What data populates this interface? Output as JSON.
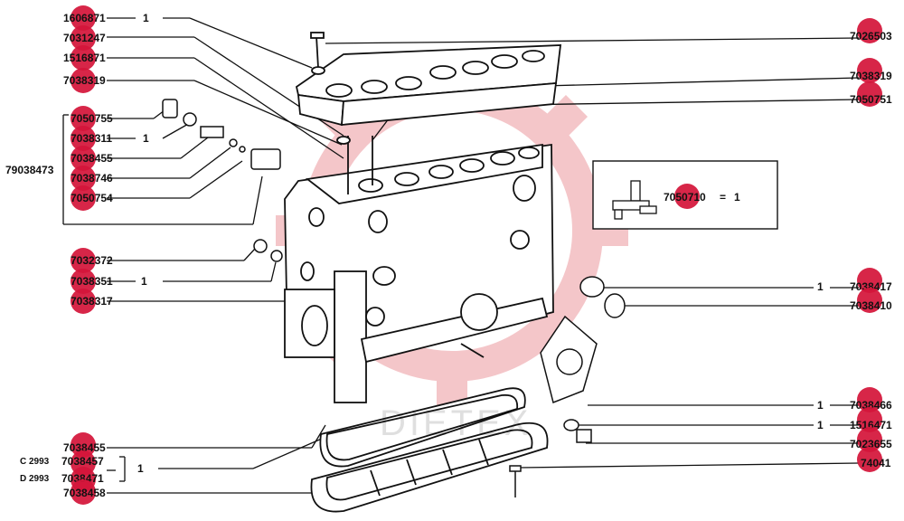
{
  "colors": {
    "marker": "#d4163a",
    "watermark": "#f2b8bc",
    "ink": "#111111"
  },
  "watermark_text": "DIETEX",
  "group_code": "79038473",
  "left_parts": [
    {
      "code": "1606871",
      "qty": "1"
    },
    {
      "code": "7031247",
      "qty": ""
    },
    {
      "code": "1516871",
      "qty": ""
    },
    {
      "code": "7038319",
      "qty": ""
    },
    {
      "code": "7050755",
      "qty": ""
    },
    {
      "code": "7038311",
      "qty": "1"
    },
    {
      "code": "7038455",
      "qty": ""
    },
    {
      "code": "7038746",
      "qty": ""
    },
    {
      "code": "7050754",
      "qty": ""
    },
    {
      "code": "7032372",
      "qty": ""
    },
    {
      "code": "7038351",
      "qty": "1"
    },
    {
      "code": "7038317",
      "qty": ""
    }
  ],
  "right_parts": [
    {
      "code": "7026503",
      "qty": ""
    },
    {
      "code": "7038319",
      "qty": ""
    },
    {
      "code": "7050751",
      "qty": ""
    },
    {
      "code": "7038417",
      "qty": "1"
    },
    {
      "code": "7038410",
      "qty": ""
    },
    {
      "code": "7038466",
      "qty": "1"
    },
    {
      "code": "1516471",
      "qty": "1"
    },
    {
      "code": "7023655",
      "qty": ""
    },
    {
      "code": "74041",
      "qty": ""
    }
  ],
  "bottom_left": {
    "top": "7038455",
    "c_prefix": "C 2993",
    "c_code": "7038457",
    "d_prefix": "D 2993",
    "d_code": "7038471",
    "qty": "1",
    "bottom": "7038458"
  },
  "inset": {
    "code": "7050710",
    "eq": "=",
    "qty": "1"
  }
}
